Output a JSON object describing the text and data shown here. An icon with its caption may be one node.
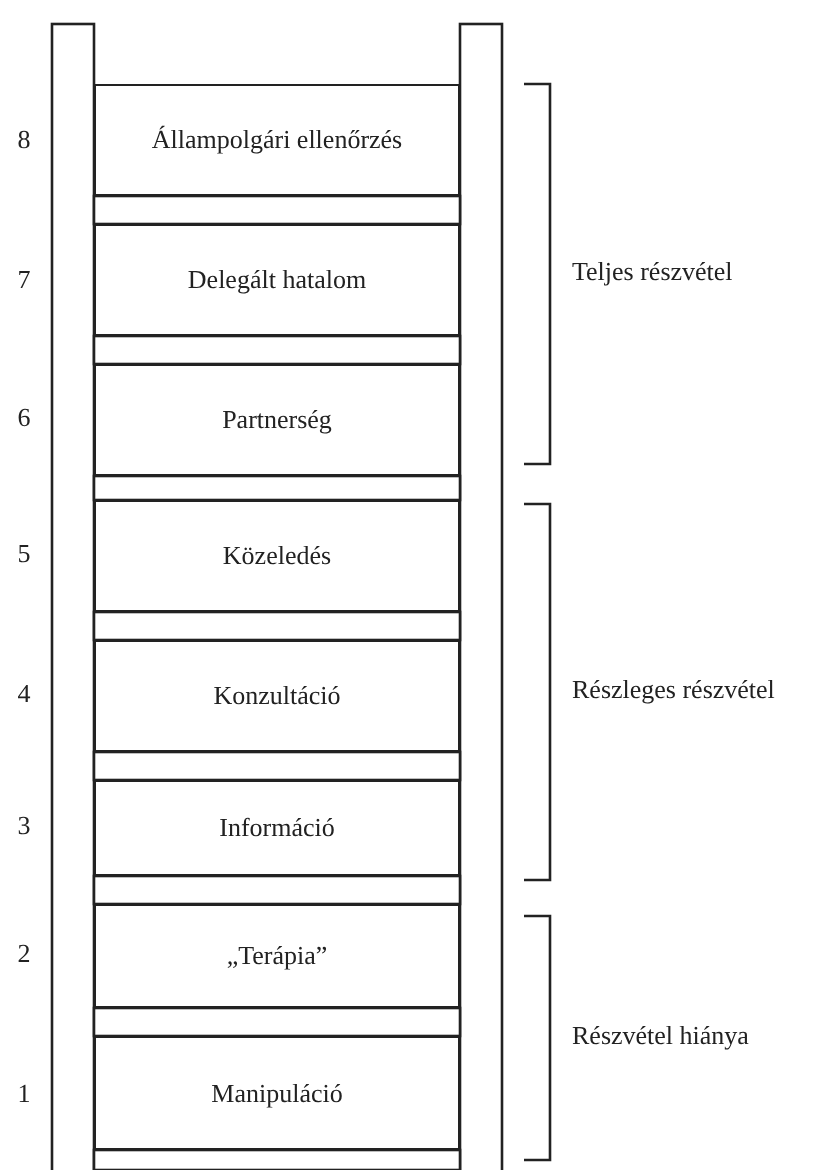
{
  "diagram": {
    "nodes": [
      {
        "text": [
          "Állampolgári ellenőrzés"
        ]
      },
      {
        "text": [
          "Delegált hatalom"
        ]
      },
      {
        "text": [
          "Partnerség"
        ]
      },
      {
        "text": [
          "Közeledés"
        ]
      },
      {
        "text": [
          "Konzultáció"
        ]
      },
      {
        "text": [
          "Információ"
        ]
      },
      {
        "text": [
          "„Terápia”"
        ]
      },
      {
        "text": [
          "Manipuláció"
        ]
      }
    ],
    "edges": [],
    "labels": [
      "8",
      "7",
      "6",
      "Teljes részvétel",
      "5",
      "4",
      "Részleges részvétel",
      "3",
      "2",
      "1",
      "Részvétel hiánya"
    ]
  }
}
